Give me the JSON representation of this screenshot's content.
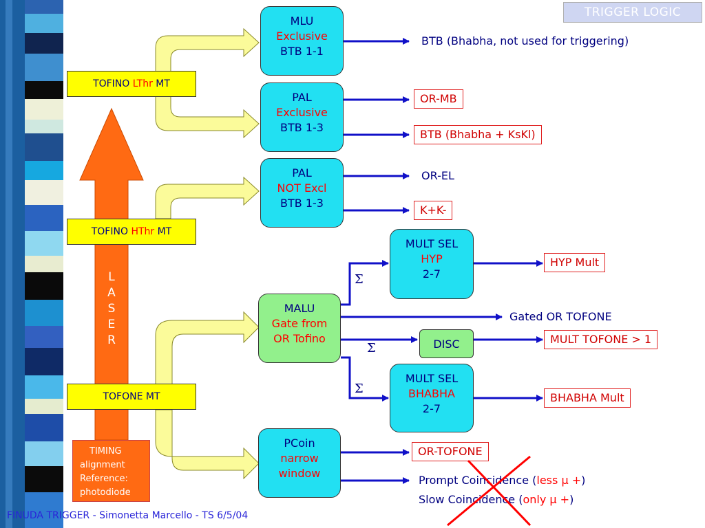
{
  "header": {
    "title": "TRIGGER LOGIC"
  },
  "footer": {
    "text": "FINUDA TRIGGER - Simonetta Marcello - TS 6/5/04"
  },
  "laser": {
    "letters": [
      "L",
      "A",
      "S",
      "E",
      "R"
    ]
  },
  "timing": {
    "lines": [
      "TIMING",
      "alignment",
      "Reference:",
      "photodiode"
    ]
  },
  "inputs": {
    "tofino_lthr": {
      "pre": "TOFINO ",
      "mid": "LThr",
      "post": " MT"
    },
    "tofino_hthr": {
      "pre": "TOFINO ",
      "mid": "HThr",
      "post": " MT"
    },
    "tofone": {
      "label": "TOFONE MT"
    }
  },
  "units": {
    "mlu": {
      "name": "MLU",
      "line1": "Exclusive",
      "line2": "BTB 1-1"
    },
    "pal1": {
      "name": "PAL",
      "line1": "Exclusive",
      "line2": "BTB 1-3"
    },
    "pal2": {
      "name": "PAL",
      "line1": "NOT Excl",
      "line2": "BTB 1-3"
    },
    "mult_hyp": {
      "name": "MULT SEL",
      "line1": "HYP",
      "line2": "2-7"
    },
    "malu": {
      "name": "MALU",
      "line1": "Gate from",
      "line2": "OR Tofino"
    },
    "disc": {
      "name": "DISC"
    },
    "mult_bhabha": {
      "name": "MULT SEL",
      "line1": "BHABHA",
      "line2": "2-7"
    },
    "pcoin": {
      "name": "PCoin",
      "line1": "narrow",
      "line2": "window"
    }
  },
  "sigma": "Σ",
  "outputs": {
    "btb_unused": "BTB (Bhabha, not used for triggering)",
    "or_mb": "OR-MB",
    "btb_kskl": "BTB (Bhabha + KsKl)",
    "or_el": "OR-EL",
    "kk": "K+K-",
    "hyp_mult": "HYP Mult",
    "gated_or": "Gated OR TOFONE",
    "mult_tofone": "MULT TOFONE > 1",
    "bhabha_mult": "BHABHA Mult",
    "or_tofone": "OR-TOFONE",
    "prompt": {
      "pre": "Prompt Coincidence (",
      "mid": "less ",
      "mu": "μ",
      "post1": " +",
      "post2": ")"
    },
    "slow": {
      "pre": "Slow Coincidence (",
      "mid": "only ",
      "mu": "μ",
      "post1": " +",
      "post2": ")"
    }
  },
  "colors": {
    "arrow_blue": "#1010c8",
    "laser_orange": "#ff6a13",
    "fat_arrow_fill": "#fbfb9a",
    "unit_cyan": "#22e0f2",
    "unit_green": "#92f08c",
    "cross_red": "#ff0000"
  }
}
